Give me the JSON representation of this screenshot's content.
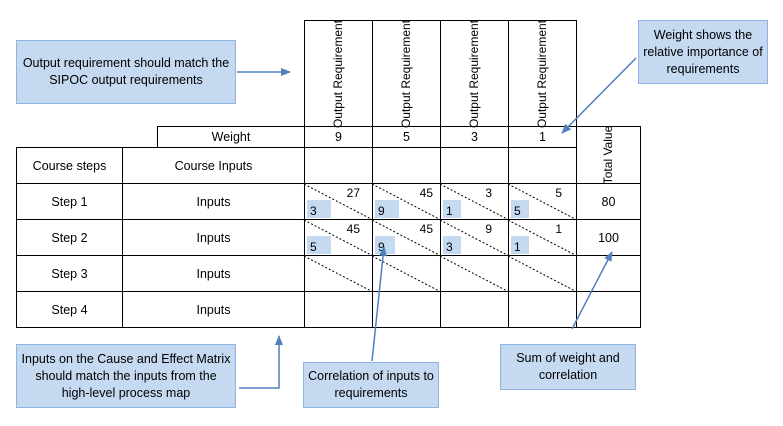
{
  "callouts": {
    "output_req": "Output requirement should match the SIPOC output requirements",
    "weight": "Weight shows the relative importance of requirements",
    "inputs": "Inputs on the Cause and Effect Matrix should match the inputs from the high-level process map",
    "correlation": "Correlation of inputs to requirements",
    "sum": "Sum of weight and correlation"
  },
  "matrix": {
    "output_headers": [
      "Output Requirement",
      "Output Requirement",
      "Output Requirement",
      "Output Requirement"
    ],
    "weight_label": "Weight",
    "weights": [
      "9",
      "5",
      "3",
      "1"
    ],
    "total_header": "Total Value",
    "col_steps": "Course steps",
    "col_inputs": "Course Inputs",
    "rows": [
      {
        "step": "Step 1",
        "input": "Inputs",
        "cells": [
          {
            "corr": "3",
            "score": "27"
          },
          {
            "corr": "9",
            "score": "45"
          },
          {
            "corr": "1",
            "score": "3"
          },
          {
            "corr": "5",
            "score": "5"
          }
        ],
        "total": "80"
      },
      {
        "step": "Step 2",
        "input": "Inputs",
        "cells": [
          {
            "corr": "5",
            "score": "45"
          },
          {
            "corr": "9",
            "score": "45"
          },
          {
            "corr": "3",
            "score": "9"
          },
          {
            "corr": "1",
            "score": "1"
          }
        ],
        "total": "100"
      },
      {
        "step": "Step 3",
        "input": "Inputs",
        "cells": [],
        "total": ""
      },
      {
        "step": "Step 4",
        "input": "Inputs",
        "cells": [],
        "total": ""
      }
    ]
  },
  "colors": {
    "callout_fill": "#c5d9f1",
    "callout_border": "#8eb4e3",
    "arrow": "#4f81bd"
  }
}
